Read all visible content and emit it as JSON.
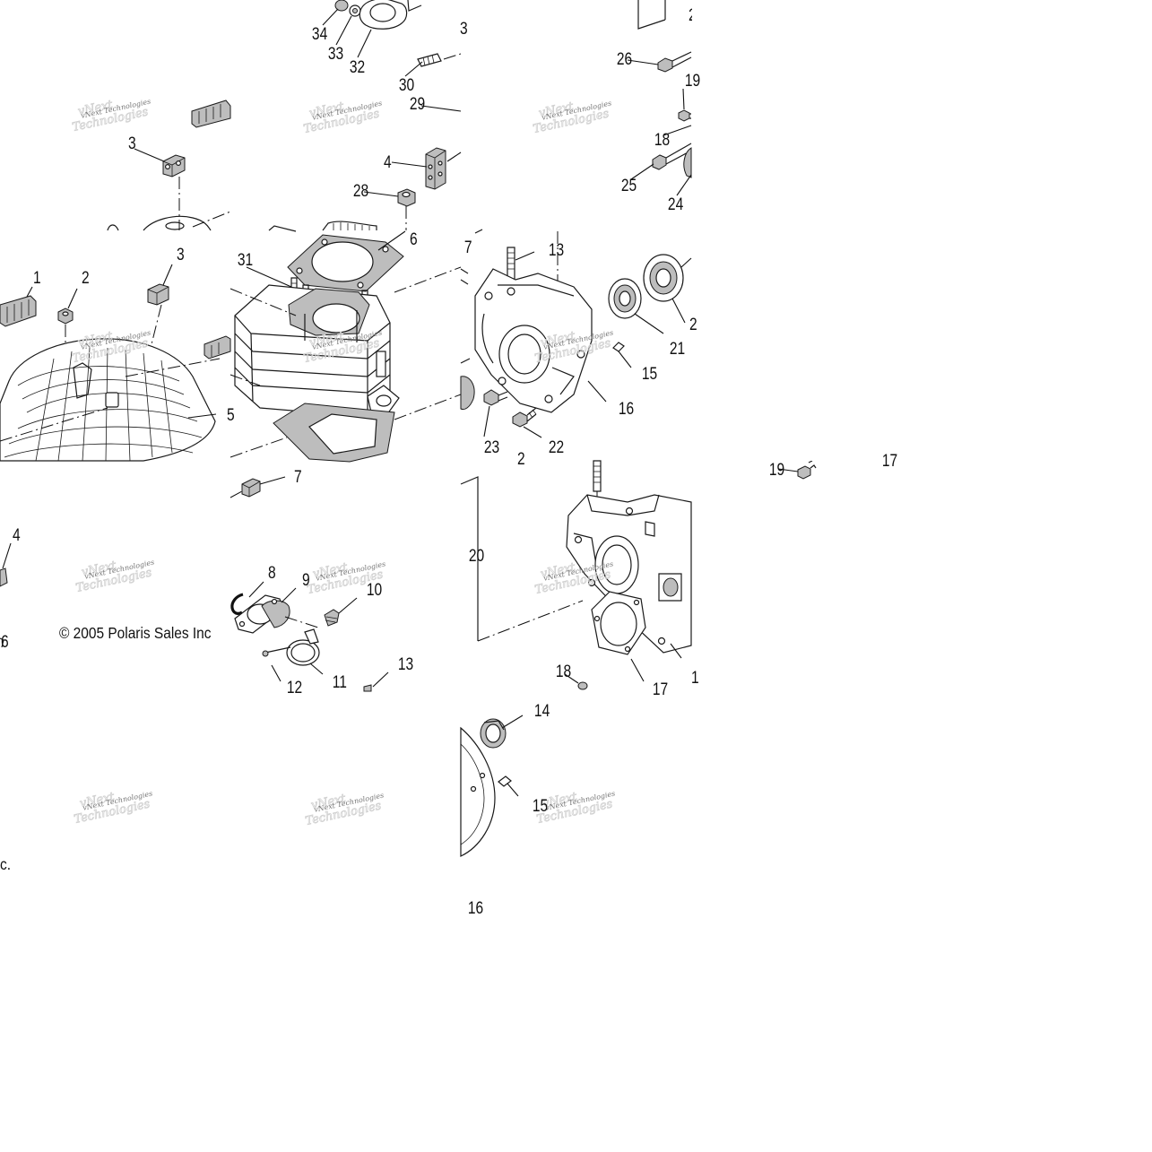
{
  "copyright": "© 2005 Polaris Sales Inc",
  "copyright_fragment": "c.",
  "watermark_text": "vNext Technologies",
  "colors": {
    "line": "#1a1a1a",
    "part_fill": "#bdbdbd",
    "background": "#ffffff"
  },
  "callouts": {
    "c34": "34",
    "c33": "33",
    "c32": "32",
    "c30": "30",
    "c29": "29",
    "c3_partial": "3",
    "c26": "26",
    "c27_partial": "2",
    "c19a": "19",
    "c18a": "18",
    "c25": "25",
    "c24": "24",
    "c3a": "3",
    "c4a": "4",
    "c28": "28",
    "c6": "6",
    "c31": "31",
    "c7a": "7",
    "c13a": "13",
    "c3b": "3",
    "c1": "1",
    "c2": "2",
    "c5": "5",
    "c21": "21",
    "c2b_partial": "2",
    "c15a": "15",
    "c16a": "16",
    "c23": "23",
    "c22": "22",
    "c7b": "7",
    "c12_partial": "2",
    "c19b": "19",
    "c17_partial": "17",
    "c4b": "4",
    "c20": "20",
    "c8": "8",
    "c9": "9",
    "c10": "10",
    "c11": "11",
    "c12": "12",
    "c13b": "13",
    "c18b": "18",
    "c17": "17",
    "c1_partial": "1",
    "c14": "14",
    "c15b": "15",
    "c16b": "16",
    "c6_partial": "6"
  }
}
